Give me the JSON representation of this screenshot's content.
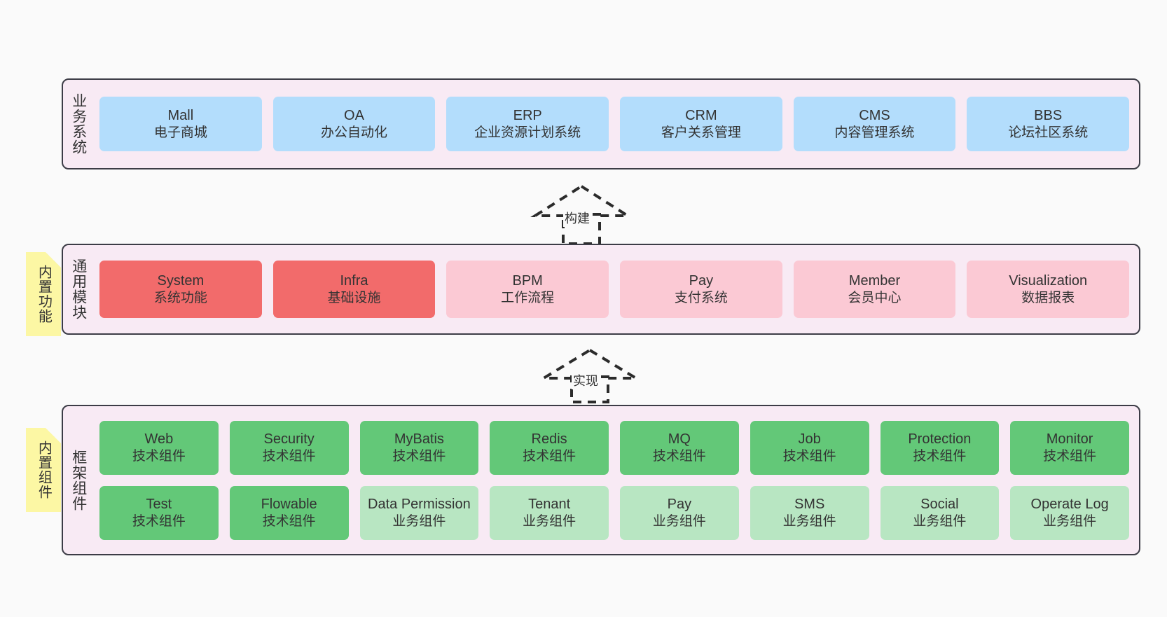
{
  "canvas": {
    "background": "#fafafa"
  },
  "palette": {
    "panel_bg": "#f8eaf4",
    "panel_border": "#3c3c46",
    "blue": "#b3ddfc",
    "red": "#f26b6b",
    "pink": "#fbc9d4",
    "green": "#63c878",
    "light_green": "#b8e6c2",
    "sticky_yellow": "#fcf7a4",
    "text": "#333333"
  },
  "layers": [
    {
      "title": "业务系统",
      "rows": [
        [
          {
            "en": "Mall",
            "cn": "电子商城",
            "color": "blue"
          },
          {
            "en": "OA",
            "cn": "办公自动化",
            "color": "blue"
          },
          {
            "en": "ERP",
            "cn": "企业资源计划系统",
            "color": "blue"
          },
          {
            "en": "CRM",
            "cn": "客户关系管理",
            "color": "blue"
          },
          {
            "en": "CMS",
            "cn": "内容管理系统",
            "color": "blue"
          },
          {
            "en": "BBS",
            "cn": "论坛社区系统",
            "color": "blue"
          }
        ]
      ]
    },
    {
      "title": "通用模块",
      "sticky": "内置功能",
      "rows": [
        [
          {
            "en": "System",
            "cn": "系统功能",
            "color": "red"
          },
          {
            "en": "Infra",
            "cn": "基础设施",
            "color": "red"
          },
          {
            "en": "BPM",
            "cn": "工作流程",
            "color": "pink"
          },
          {
            "en": "Pay",
            "cn": "支付系统",
            "color": "pink"
          },
          {
            "en": "Member",
            "cn": "会员中心",
            "color": "pink"
          },
          {
            "en": "Visualization",
            "cn": "数据报表",
            "color": "pink"
          }
        ]
      ]
    },
    {
      "title": "框架组件",
      "sticky": "内置组件",
      "rows": [
        [
          {
            "en": "Web",
            "cn": "技术组件",
            "color": "green"
          },
          {
            "en": "Security",
            "cn": "技术组件",
            "color": "green"
          },
          {
            "en": "MyBatis",
            "cn": "技术组件",
            "color": "green"
          },
          {
            "en": "Redis",
            "cn": "技术组件",
            "color": "green"
          },
          {
            "en": "MQ",
            "cn": "技术组件",
            "color": "green"
          },
          {
            "en": "Job",
            "cn": "技术组件",
            "color": "green"
          },
          {
            "en": "Protection",
            "cn": "技术组件",
            "color": "green"
          },
          {
            "en": "Monitor",
            "cn": "技术组件",
            "color": "green"
          }
        ],
        [
          {
            "en": "Test",
            "cn": "技术组件",
            "color": "green"
          },
          {
            "en": "Flowable",
            "cn": "技术组件",
            "color": "green"
          },
          {
            "en": "Data Permission",
            "cn": "业务组件",
            "color": "light_green"
          },
          {
            "en": "Tenant",
            "cn": "业务组件",
            "color": "light_green"
          },
          {
            "en": "Pay",
            "cn": "业务组件",
            "color": "light_green"
          },
          {
            "en": "SMS",
            "cn": "业务组件",
            "color": "light_green"
          },
          {
            "en": "Social",
            "cn": "业务组件",
            "color": "light_green"
          },
          {
            "en": "Operate Log",
            "cn": "业务组件",
            "color": "light_green"
          }
        ]
      ]
    }
  ],
  "connectors": [
    {
      "label": "构建",
      "direction": "up",
      "style": "dashed-generalization"
    },
    {
      "label": "实现",
      "direction": "up",
      "style": "dashed-generalization"
    }
  ]
}
